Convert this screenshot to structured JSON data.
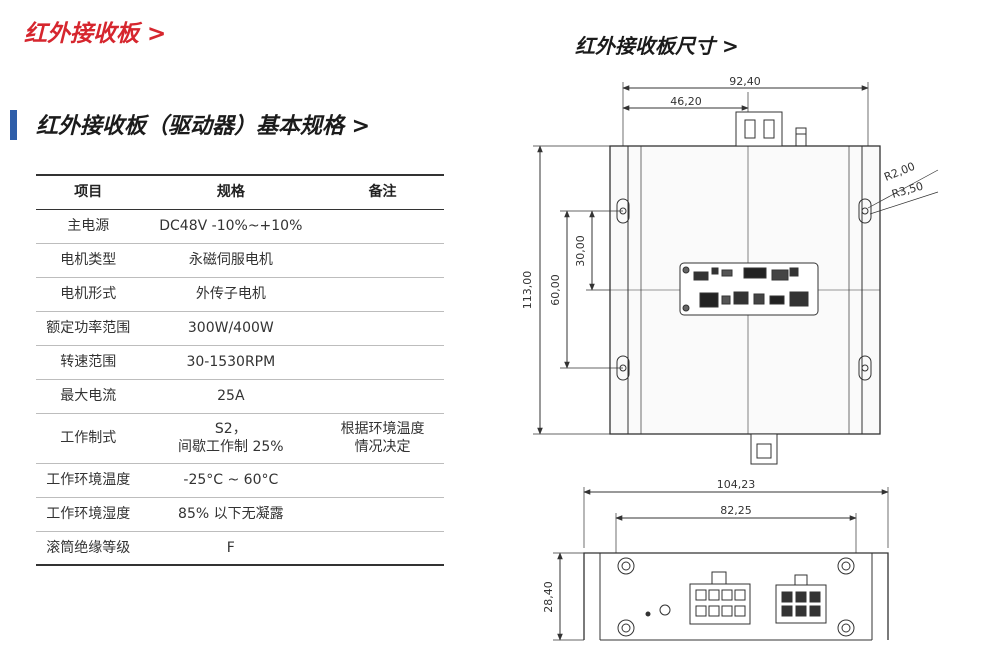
{
  "page": {
    "main_title": "红外接收板 >",
    "section_title": "红外接收板（驱动器）基本规格 >",
    "dimension_title": "红外接收板尺寸 >"
  },
  "spec_table": {
    "headers": [
      "项目",
      "规格",
      "备注"
    ],
    "rows": [
      {
        "item": "主电源",
        "spec": "DC48V -10%~+10%",
        "note": ""
      },
      {
        "item": "电机类型",
        "spec": "永磁伺服电机",
        "note": ""
      },
      {
        "item": "电机形式",
        "spec": "外传子电机",
        "note": ""
      },
      {
        "item": "额定功率范围",
        "spec": "300W/400W",
        "note": ""
      },
      {
        "item": "转速范围",
        "spec": "30-1530RPM",
        "note": ""
      },
      {
        "item": "最大电流",
        "spec": "25A",
        "note": ""
      },
      {
        "item": "工作制式",
        "spec": "S2，\n间歇工作制 25%",
        "note": "根据环境温度\n情况决定"
      },
      {
        "item": "工作环境温度",
        "spec": "-25°C ~ 60°C",
        "note": ""
      },
      {
        "item": "工作环境湿度",
        "spec": "85% 以下无凝露",
        "note": ""
      },
      {
        "item": "滚筒绝缘等级",
        "spec": "F",
        "note": ""
      }
    ]
  },
  "dimensions": {
    "top_width": "92,40",
    "top_half_width": "46,20",
    "radius_outer": "R2,00",
    "radius_inner": "R3,50",
    "height_total": "113,00",
    "height_60": "60,00",
    "height_30": "30,00",
    "bottom_width": "104,23",
    "bottom_inner_width": "82,25",
    "bottom_height": "28,40"
  }
}
